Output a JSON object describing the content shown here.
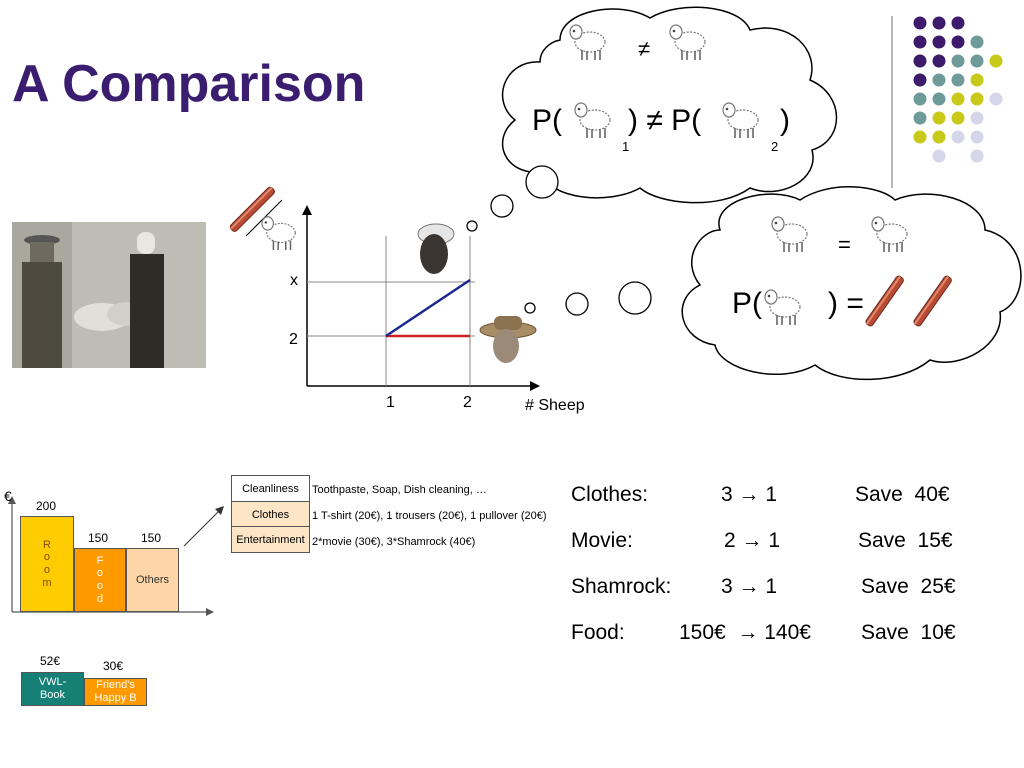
{
  "title": "A Comparison",
  "colors": {
    "title": "#3a1d6e",
    "purple": "#3d1a6b",
    "teal": "#6f9a9a",
    "yellow": "#c9c91a",
    "lavender": "#d6d6ea",
    "room": "#ffcc00",
    "food": "#ff9900",
    "others": "#fdd5a6",
    "vwl": "#168077"
  },
  "icons": [
    "sheep-icon",
    "cigarette-icon",
    "person-turban-icon",
    "person-hat-icon",
    "thought-cloud-icon"
  ],
  "graph": {
    "x_label": "# Sheep",
    "x_ticks": [
      "1",
      "2"
    ],
    "y_ticks": [
      "x",
      "2"
    ]
  },
  "cloud_top": {
    "neq_symbol": "≠",
    "p_open_1": "P(",
    "p_close_neq": ") ≠ P(",
    "p_close_2": ")",
    "sub_1": "1",
    "sub_2": "2"
  },
  "cloud_right": {
    "eq_symbol": "=",
    "p_open": "P(",
    "p_close_eq": ") ="
  },
  "budget": {
    "currency": "€",
    "bars": [
      {
        "value": "200",
        "label": "R\no\no\nm"
      },
      {
        "value": "150",
        "label": "F\no\no\nd"
      },
      {
        "value": "150",
        "label": "Others"
      }
    ],
    "small_bars": [
      {
        "value": "52€",
        "label": "VWL-\nBook"
      },
      {
        "value": "30€",
        "label": "Friend's\nHappy B"
      }
    ]
  },
  "categories": [
    {
      "name": "Cleanliness",
      "items": "Toothpaste, Soap, Dish cleaning, …"
    },
    {
      "name": "Clothes",
      "items": "1 T-shirt (20€), 1 trousers (20€), 1 pullover (20€)"
    },
    {
      "name": "Entertainment",
      "items": "2*movie (30€), 3*Shamrock (40€)"
    }
  ],
  "savings": [
    {
      "item": "Clothes:",
      "change": "3 → 1",
      "save": "Save  40€"
    },
    {
      "item": "Movie:",
      "change": "2 → 1",
      "save": "Save  15€"
    },
    {
      "item": "Shamrock:",
      "change": "3 → 1",
      "save": "Save  25€"
    },
    {
      "item": "Food:",
      "change": "150€  → 140€",
      "save": "Save  10€"
    }
  ]
}
